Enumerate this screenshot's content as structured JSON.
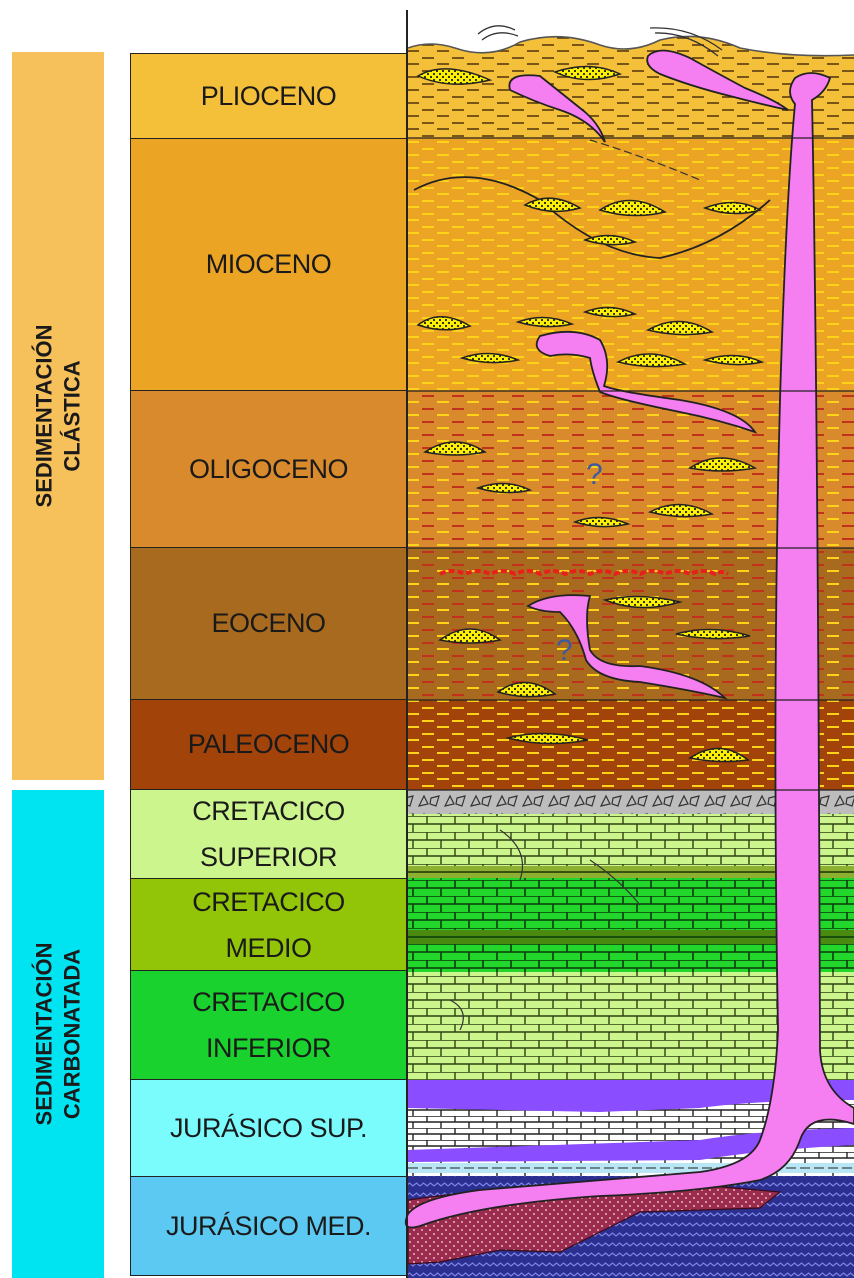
{
  "bands": {
    "clastic": {
      "label": "SEDIMENTACIÓN\nCLÁSTICA",
      "color": "#f6c05a"
    },
    "carbonate": {
      "label": "SEDIMENTACIÓN\nCARBONATADA",
      "color": "#00e4f2"
    }
  },
  "periods": [
    {
      "id": "plioceno",
      "lines": [
        "PLIOCENO"
      ],
      "color": "#f5c039"
    },
    {
      "id": "mioceno",
      "lines": [
        "MIOCENO"
      ],
      "color": "#eca424"
    },
    {
      "id": "oligoceno",
      "lines": [
        "OLIGOCENO"
      ],
      "color": "#d98a2c"
    },
    {
      "id": "eoceno",
      "lines": [
        "EOCENO"
      ],
      "color": "#a86a1e"
    },
    {
      "id": "paleoceno",
      "lines": [
        "PALEOCENO"
      ],
      "color": "#a2430a"
    },
    {
      "id": "cretacico-superior",
      "lines": [
        "CRETACICO",
        "SUPERIOR"
      ],
      "color": "#ccf58e"
    },
    {
      "id": "cretacico-medio",
      "lines": [
        "CRETACICO",
        "MEDIO"
      ],
      "color": "#92c407"
    },
    {
      "id": "cretacico-inferior",
      "lines": [
        "CRETACICO",
        "INFERIOR"
      ],
      "color": "#1ad22d"
    },
    {
      "id": "jurasico-sup",
      "lines": [
        "JURÁSICO SUP."
      ],
      "color": "#7afcfc"
    },
    {
      "id": "jurasico-med",
      "lines": [
        "JURÁSICO MED."
      ],
      "color": "#5bc9f1"
    }
  ],
  "section": {
    "question_marks": [
      "?",
      "?"
    ],
    "colors": {
      "salt": "#f57ef0",
      "sand": "#fff200",
      "unconformity": "#e8201c",
      "dash_light": "#ffd21a",
      "dash_dark": "#c0321c",
      "limestone_light": "#ccf58e",
      "limestone_green": "#22d62c",
      "anhydrite": "#8a4dff",
      "jurassic_deep": "#2b2f8f",
      "red_bed": "#9b2c4d",
      "question": "#3d5aa0"
    }
  }
}
